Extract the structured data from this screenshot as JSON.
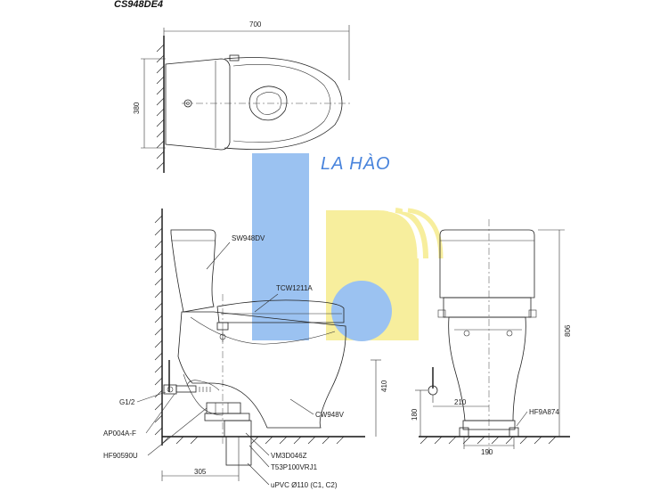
{
  "model_code": "CS948DE4",
  "watermark": {
    "brand": "LA HÀO",
    "colors": {
      "blue": "#8ab8ef",
      "yellow": "#f6ec8c",
      "dark_blue": "#2a6fd6"
    }
  },
  "dimensions": {
    "top_width": "700",
    "top_depth": "380",
    "height": "806",
    "pipe_height": "410",
    "inlet_height": "180",
    "inlet_offset": "210",
    "outlet_width": "190",
    "rough_in": "305"
  },
  "parts": {
    "tank": "SW948DV",
    "seat": "TCW1211A",
    "bowl": "CW948V",
    "inlet_thread": "G1/2",
    "angle_valve": "AP004A-F",
    "flex_hose": "HF90590U",
    "flange": "VM3D046Z",
    "bolt_set": "T53P100VRJ1",
    "drain_pipe": "uPVC Ø110 (C1, C2)",
    "hinge_fitting": "HF9A874"
  }
}
